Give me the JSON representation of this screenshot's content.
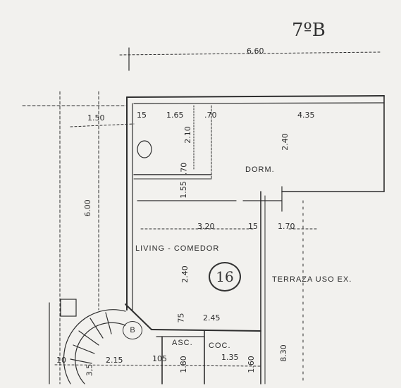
{
  "plan": {
    "unit_label": "7ºB",
    "rooms": {
      "dorm": "DORM.",
      "living": "LIVING - COMEDOR",
      "terraza": "TERRAZA USO EX.",
      "asc": "ASC.",
      "coc": "COC."
    },
    "unit_number": "16",
    "stair_marker": "B",
    "dimensions": {
      "total_width": "6.60",
      "left_offset": "1.50",
      "d_1_65": "1.65",
      "d_70_top": ".70",
      "d_4_35": "4.35",
      "d_15": "15",
      "d_2_10": "2.10",
      "d_2_40_right": "2.40",
      "d_6_00": "6.00",
      "d_70_mid": ".70",
      "d_1_55": "1.55",
      "d_3_20": "3.20",
      "d_15b": "15",
      "d_1_70": "1.70",
      "d_2_40_living": "2.40",
      "d_75": "75",
      "d_2_45": "2.45",
      "d_2_15": "2.15",
      "d_105": "105",
      "d_1_80": "1.80",
      "d_1_35": "1.35",
      "d_8_30": "8.30",
      "d_3_5": "3,5",
      "d_1_60": "1.60",
      "d_10": "10"
    }
  }
}
